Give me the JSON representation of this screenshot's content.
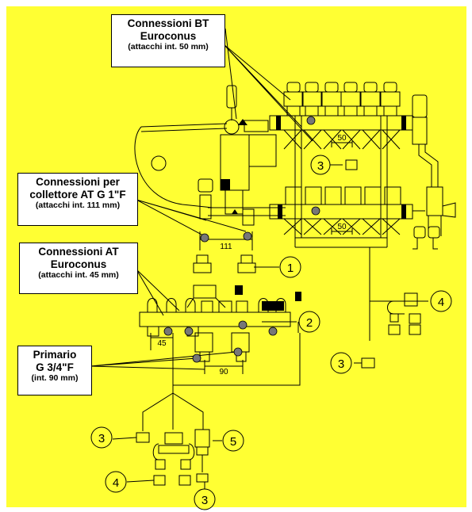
{
  "callouts": {
    "bt": {
      "line1": "Connessioni BT",
      "line2": "Euroconus",
      "note": "(attacchi int. 50 mm)"
    },
    "at_manifold": {
      "line1": "Connessioni per",
      "line2": "collettore AT G 1\"F",
      "note": "(attacchi int. 111 mm)"
    },
    "at_euroconus": {
      "line1": "Connessioni AT",
      "line2": "Euroconus",
      "note": "(attacchi int. 45 mm)"
    },
    "primary": {
      "line1": "Primario",
      "line2": "G 3/4\"F",
      "note": "(int. 90 mm)"
    }
  },
  "dimensions": {
    "bt_top": "50",
    "bt_bottom": "50",
    "manifold": "111",
    "at_spacing": "45",
    "primary_spacing": "90"
  },
  "item_numbers": {
    "n1": "1",
    "n2": "2",
    "n3_main": "3",
    "n3_right": "3",
    "n4_right": "4",
    "n3_left": "3",
    "n5": "5",
    "n4_left": "4",
    "n3_bottom": "3"
  },
  "colors": {
    "background": "#ffff33",
    "callout_fill": "#ffffff",
    "line": "#000000",
    "connector": "#777777"
  }
}
